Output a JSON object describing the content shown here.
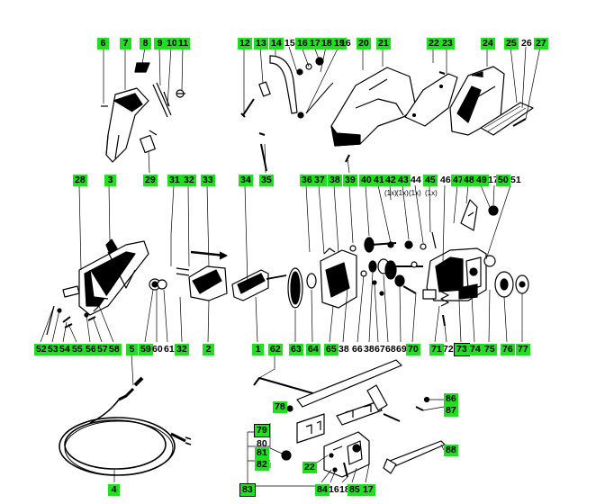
{
  "diagram": {
    "background": "#ffffff",
    "label_color": "#22dd22",
    "callouts": [
      {
        "id": "c6",
        "text": "6"
      },
      {
        "id": "c7",
        "text": "7"
      },
      {
        "id": "c8",
        "text": "8"
      },
      {
        "id": "c9",
        "text": "9"
      },
      {
        "id": "c10",
        "text": "10"
      },
      {
        "id": "c11",
        "text": "11"
      },
      {
        "id": "c12",
        "text": "12"
      },
      {
        "id": "c13",
        "text": "13"
      },
      {
        "id": "c14",
        "text": "14"
      },
      {
        "id": "c15",
        "text": "15"
      },
      {
        "id": "c16a",
        "text": "16"
      },
      {
        "id": "c17a",
        "text": "17"
      },
      {
        "id": "c18a",
        "text": "18"
      },
      {
        "id": "c19",
        "text": "19"
      },
      {
        "id": "c16b",
        "text": "16"
      },
      {
        "id": "c20",
        "text": "20"
      },
      {
        "id": "c21",
        "text": "21"
      },
      {
        "id": "c22a",
        "text": "22"
      },
      {
        "id": "c23",
        "text": "23"
      },
      {
        "id": "c24",
        "text": "24"
      },
      {
        "id": "c25",
        "text": "25"
      },
      {
        "id": "c26",
        "text": "26"
      },
      {
        "id": "c27",
        "text": "27"
      },
      {
        "id": "c28",
        "text": "28"
      },
      {
        "id": "c3",
        "text": "3"
      },
      {
        "id": "c29",
        "text": "29"
      },
      {
        "id": "c31",
        "text": "31"
      },
      {
        "id": "c32a",
        "text": "32"
      },
      {
        "id": "c33",
        "text": "33"
      },
      {
        "id": "c34",
        "text": "34"
      },
      {
        "id": "c35",
        "text": "35"
      },
      {
        "id": "c36",
        "text": "36"
      },
      {
        "id": "c37",
        "text": "37"
      },
      {
        "id": "c38a",
        "text": "38"
      },
      {
        "id": "c39",
        "text": "39"
      },
      {
        "id": "c40",
        "text": "40"
      },
      {
        "id": "c41",
        "text": "41"
      },
      {
        "id": "c42",
        "text": "42"
      },
      {
        "id": "c43",
        "text": "43"
      },
      {
        "id": "c44",
        "text": "44"
      },
      {
        "id": "c45",
        "text": "45"
      },
      {
        "id": "c46",
        "text": "46"
      },
      {
        "id": "c47",
        "text": "47"
      },
      {
        "id": "c48",
        "text": "48"
      },
      {
        "id": "c49",
        "text": "49"
      },
      {
        "id": "c17b",
        "text": "17"
      },
      {
        "id": "c50",
        "text": "50"
      },
      {
        "id": "c51",
        "text": "51"
      },
      {
        "id": "c52",
        "text": "52"
      },
      {
        "id": "c53",
        "text": "53"
      },
      {
        "id": "c54",
        "text": "54"
      },
      {
        "id": "c55",
        "text": "55"
      },
      {
        "id": "c56",
        "text": "56"
      },
      {
        "id": "c57",
        "text": "57"
      },
      {
        "id": "c58",
        "text": "58"
      },
      {
        "id": "c59",
        "text": "59"
      },
      {
        "id": "c60",
        "text": "60"
      },
      {
        "id": "c61",
        "text": "61"
      },
      {
        "id": "c32b",
        "text": "32"
      },
      {
        "id": "c2",
        "text": "2"
      },
      {
        "id": "c1",
        "text": "1"
      },
      {
        "id": "c63",
        "text": "63"
      },
      {
        "id": "c64",
        "text": "64"
      },
      {
        "id": "c65",
        "text": "65"
      },
      {
        "id": "c38b",
        "text": "38"
      },
      {
        "id": "c66",
        "text": "66"
      },
      {
        "id": "c38c",
        "text": "38"
      },
      {
        "id": "c67",
        "text": "67"
      },
      {
        "id": "c68",
        "text": "68"
      },
      {
        "id": "c69",
        "text": "69"
      },
      {
        "id": "c70",
        "text": "70"
      },
      {
        "id": "c71",
        "text": "71"
      },
      {
        "id": "c72",
        "text": "72"
      },
      {
        "id": "c73",
        "text": "73"
      },
      {
        "id": "c74",
        "text": "74"
      },
      {
        "id": "c75",
        "text": "75"
      },
      {
        "id": "c76",
        "text": "76"
      },
      {
        "id": "c77",
        "text": "77"
      },
      {
        "id": "c5",
        "text": "5"
      },
      {
        "id": "c62",
        "text": "62"
      },
      {
        "id": "c78",
        "text": "78"
      },
      {
        "id": "c79",
        "text": "79"
      },
      {
        "id": "c80",
        "text": "80"
      },
      {
        "id": "c81",
        "text": "81"
      },
      {
        "id": "c82",
        "text": "82"
      },
      {
        "id": "c22b",
        "text": "22"
      },
      {
        "id": "c83",
        "text": "83"
      },
      {
        "id": "c84",
        "text": "84"
      },
      {
        "id": "c16c",
        "text": "16"
      },
      {
        "id": "c18b",
        "text": "18"
      },
      {
        "id": "c85",
        "text": "85"
      },
      {
        "id": "c17c",
        "text": "17"
      },
      {
        "id": "c86",
        "text": "86"
      },
      {
        "id": "c87",
        "text": "87"
      },
      {
        "id": "c88",
        "text": "88"
      },
      {
        "id": "c4",
        "text": "4"
      }
    ],
    "quantity_notes": [
      {
        "id": "q1",
        "text": "(1x)"
      },
      {
        "id": "q2",
        "text": "(1x)"
      },
      {
        "id": "q3",
        "text": "(1x)"
      },
      {
        "id": "q4",
        "text": "(1x)"
      }
    ]
  }
}
